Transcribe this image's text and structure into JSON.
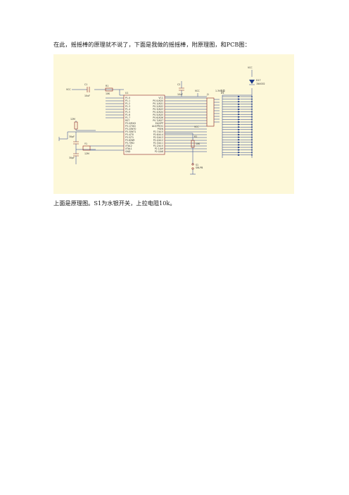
{
  "paragraphs": {
    "intro": "在此，摇摇棒的原理就不说了，下面是我做的摇摇棒，附原理图，和PCB图：",
    "caption": "上面是原理图。S1为水银开关，上拉电阻10k。"
  },
  "schematic": {
    "vcc_left": "VCC",
    "c1": "C1",
    "c1_val": "10uF",
    "r1": "R1",
    "r1_val": "10K",
    "u1": "U1",
    "c2": "C2",
    "c2_val": "10uF",
    "vcc_mid": "VCC",
    "j1": "J1",
    "j1_name": "1.3V电源",
    "vcc_right": "VCC",
    "d17": "D17",
    "d17_val": "1N4002",
    "d1": "D1",
    "y1_a": "12M",
    "y1_b": "Y1",
    "y1_val": "12M",
    "cap_a": "30pF",
    "cap_b": "30pF",
    "r2": "R2",
    "r2_val": "10K",
    "s1": "S1",
    "s1_val": "SW-PB",
    "pins_left": [
      "P1.0",
      "P1.1",
      "P1.2",
      "P1.3",
      "P1.4",
      "P1.5",
      "P1.6",
      "P1.7",
      "RST",
      "P3.0/RXD",
      "P3.1/TXD",
      "P3.2/INT0",
      "P3.3/INT1",
      "P3.4/T0",
      "P3.5/T1",
      "P3.6/WR",
      "P3.7/RD",
      "XTAL2",
      "XTAL1",
      "GND"
    ],
    "pins_right": [
      "VCC",
      "P0.0/AD0",
      "P0.1/AD1",
      "P0.2/AD2",
      "P0.3/AD3",
      "P0.4/AD4",
      "P0.5/AD5",
      "P0.6/AD6",
      "P0.7/AD7",
      "EA/VPP",
      "ALE/PROG",
      "PSEN",
      "P2.7/A15",
      "P2.6/A14",
      "P2.5/A13",
      "P2.4/A12",
      "P2.3/A11",
      "P2.2/A10",
      "P2.1/A9",
      "P2.0/A8"
    ]
  }
}
